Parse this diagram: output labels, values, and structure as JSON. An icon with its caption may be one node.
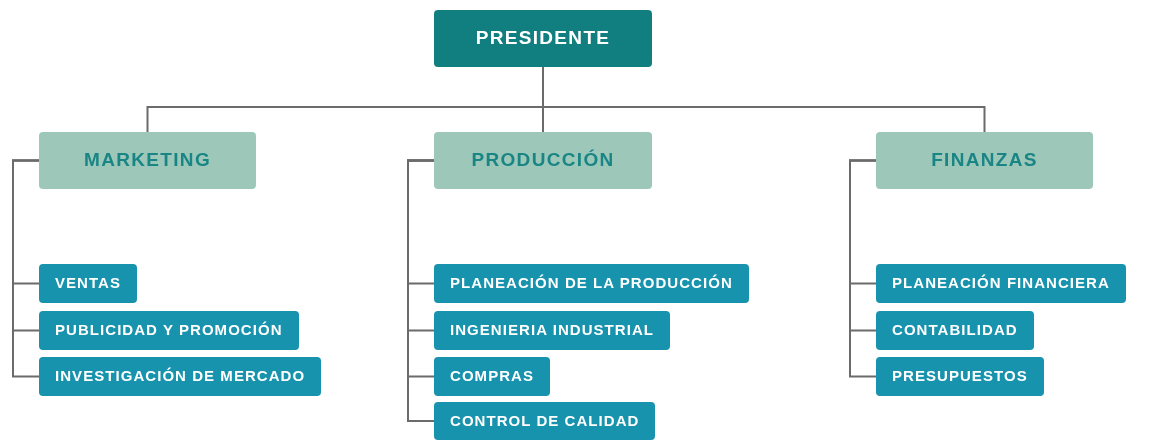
{
  "diagram": {
    "nodes": [
      {
        "text": [
          "PRESIDENTE"
        ]
      },
      {
        "text": [
          "MARKETING"
        ]
      },
      {
        "text": [
          "PRODUCCIÓN"
        ]
      },
      {
        "text": [
          "FINANZAS"
        ]
      },
      {
        "text": [
          "VENTAS"
        ]
      },
      {
        "text": [
          "PUBLICIDAD Y PROMOCIÓN"
        ]
      },
      {
        "text": [
          "INVESTIGACIÓN DE MERCADO"
        ]
      },
      {
        "text": [
          "PLANEACIÓN DE LA PRODUCCIÓN"
        ]
      },
      {
        "text": [
          "INGENIERIA INDUSTRIAL"
        ]
      },
      {
        "text": [
          "COMPRAS"
        ]
      },
      {
        "text": [
          "CONTROL DE CALIDAD"
        ]
      },
      {
        "text": [
          "PLANEACIÓN FINANCIERA"
        ]
      },
      {
        "text": [
          "CONTABILIDAD"
        ]
      },
      {
        "text": [
          "PRESUPUESTOS"
        ]
      }
    ],
    "edges": [
      {
        "from": 0,
        "to": 1,
        "arrow": "none"
      },
      {
        "from": 0,
        "to": 2,
        "arrow": "none"
      },
      {
        "from": 0,
        "to": 3,
        "arrow": "none"
      },
      {
        "from": 1,
        "to": 4,
        "arrow": "none"
      },
      {
        "from": 1,
        "to": 5,
        "arrow": "none"
      },
      {
        "from": 1,
        "to": 6,
        "arrow": "none"
      },
      {
        "from": 2,
        "to": 7,
        "arrow": "none"
      },
      {
        "from": 2,
        "to": 8,
        "arrow": "none"
      },
      {
        "from": 2,
        "to": 9,
        "arrow": "none"
      },
      {
        "from": 2,
        "to": 10,
        "arrow": "none"
      },
      {
        "from": 3,
        "to": 11,
        "arrow": "none"
      },
      {
        "from": 3,
        "to": 12,
        "arrow": "none"
      },
      {
        "from": 3,
        "to": 13,
        "arrow": "none"
      }
    ]
  }
}
